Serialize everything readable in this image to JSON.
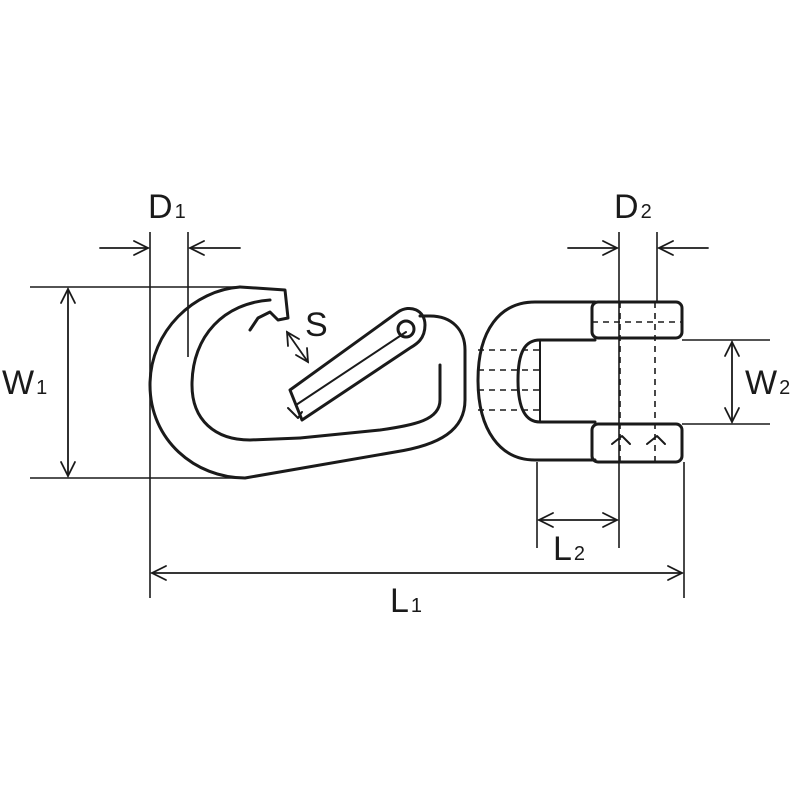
{
  "labels": {
    "d1": {
      "main": "D",
      "sub": "1"
    },
    "d2": {
      "main": "D",
      "sub": "2"
    },
    "w1": {
      "main": "W",
      "sub": "1"
    },
    "w2": {
      "main": "W",
      "sub": "2"
    },
    "l1": {
      "main": "L",
      "sub": "1"
    },
    "l2": {
      "main": "L",
      "sub": "2"
    },
    "s": {
      "main": "S"
    }
  },
  "colors": {
    "line": "#1a1a1a",
    "background": "#ffffff"
  }
}
